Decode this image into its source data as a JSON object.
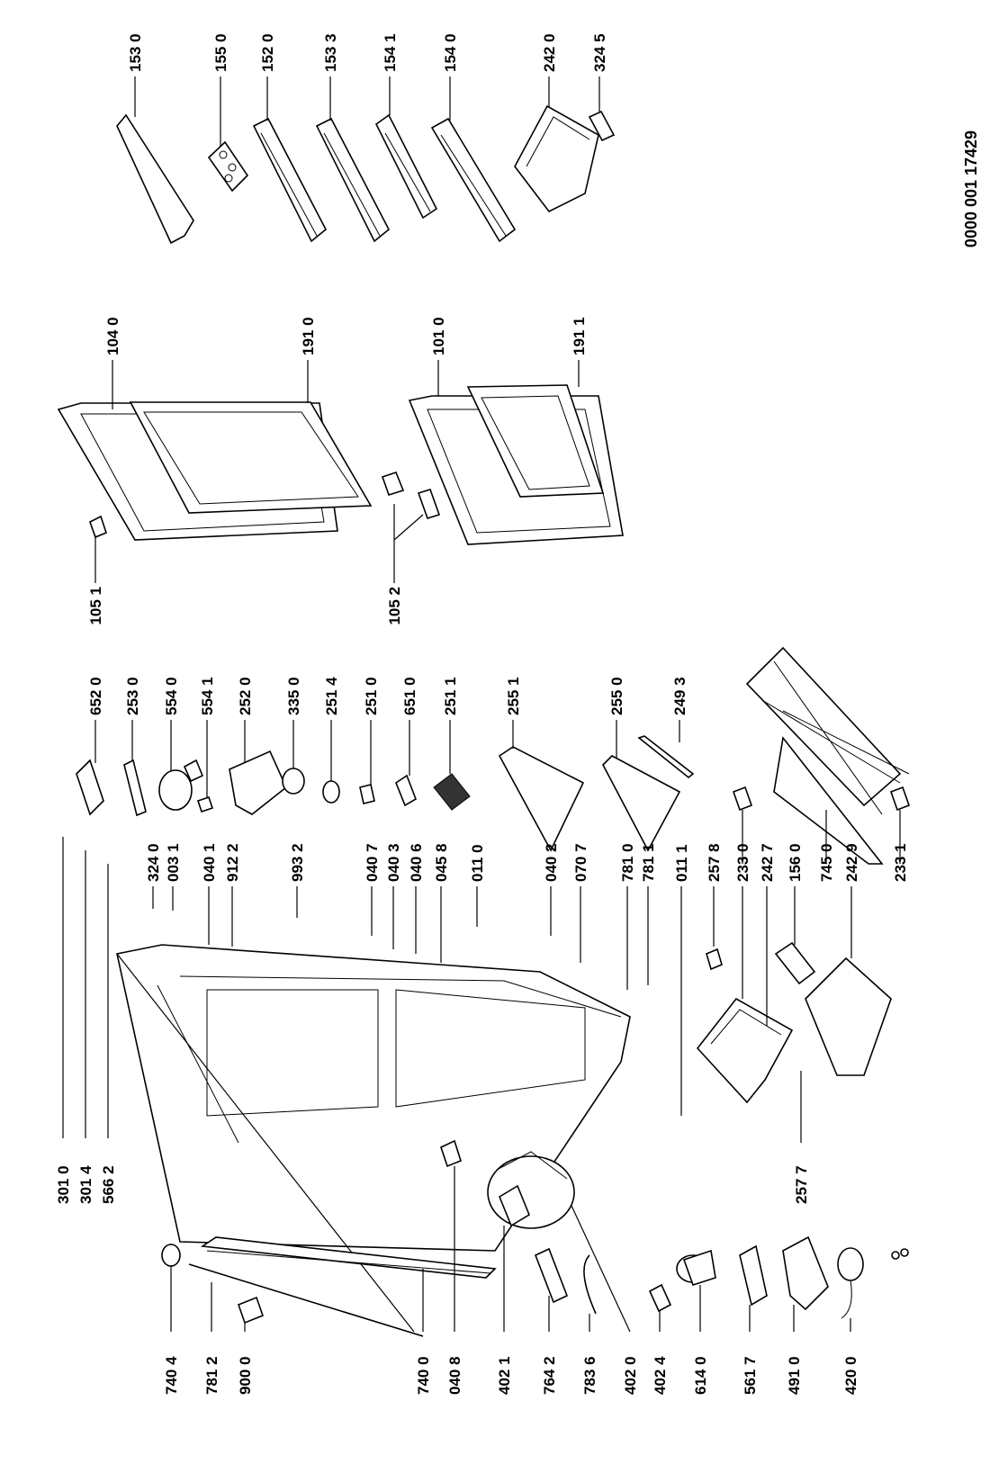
{
  "document_number": "0000 001 17429",
  "labels": {
    "p1530": "153 0",
    "p1550": "155 0",
    "p1520": "152 0",
    "p1533": "153 3",
    "p1541": "154 1",
    "p1540": "154 0",
    "p2420": "242 0",
    "p3245": "324 5",
    "p1040": "104 0",
    "p1910": "191 0",
    "p1010": "101 0",
    "p1911": "191 1",
    "p1051": "105 1",
    "p1052": "105 2",
    "p6520": "652 0",
    "p2530": "253 0",
    "p5540": "554 0",
    "p5541": "554 1",
    "p2520": "252 0",
    "p3350": "335 0",
    "p2514": "251 4",
    "p2510": "251 0",
    "p6510": "651 0",
    "p2511": "251 1",
    "p2551": "255 1",
    "p2550": "255 0",
    "p2493": "249 3",
    "p3240": "324 0",
    "p0031": "003 1",
    "p0401": "040 1",
    "p9122": "912 2",
    "p9932": "993 2",
    "p0407": "040 7",
    "p0403": "040 3",
    "p0406": "040 6",
    "p0458": "045 8",
    "p0110": "011 0",
    "p0402": "040 2",
    "p0707": "070 7",
    "p7810": "781 0",
    "p7811": "781 1",
    "p0111": "011 1",
    "p2578": "257 8",
    "p2330": "233 0",
    "p2427": "242 7",
    "p1560": "156 0",
    "p7450": "745 0",
    "p2429": "242 9",
    "p2331": "233 1",
    "p3010": "301 0",
    "p3014": "301 4",
    "p5662": "566 2",
    "p2577": "257 7",
    "p7404": "740 4",
    "p7812": "781 2",
    "p9000": "900 0",
    "p7400": "740 0",
    "p0408": "040 8",
    "p4021": "402 1",
    "p7642": "764 2",
    "p7836": "783 6",
    "p4020": "402 0",
    "p4024": "402 4",
    "p6140": "614 0",
    "p5617": "561 7",
    "p4910": "491 0",
    "p4200": "420 0"
  }
}
